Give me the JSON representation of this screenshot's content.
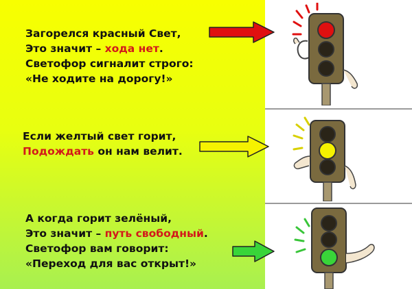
{
  "colors": {
    "red": "#e01010",
    "yellow": "#f6f200",
    "green": "#39d539",
    "highlight": "#d21a1a",
    "body": "#7a6a3f"
  },
  "stanzas": [
    {
      "signal": "red",
      "lines": [
        {
          "text": "Загорелся красный Свет,"
        },
        {
          "pre": "Это значит – ",
          "hl": "хода нет",
          "post": "."
        },
        {
          "text": "Светофор сигналит строго:"
        },
        {
          "text": "«Не ходите на дорогу!»"
        }
      ]
    },
    {
      "signal": "yellow",
      "lines": [
        {
          "text": "Если желтый свет горит,"
        },
        {
          "pre": "",
          "hl": "Подождать",
          "post": " он нам велит."
        }
      ]
    },
    {
      "signal": "green",
      "lines": [
        {
          "text": "А когда горит зелёный,"
        },
        {
          "pre": "Это значит – ",
          "hl": "путь свободный",
          "post": "."
        },
        {
          "text": "Светофор вам говорит:"
        },
        {
          "text": "«Переход для вас открыт!»"
        }
      ]
    }
  ],
  "icons": {
    "red_arrow": "arrow-right-icon",
    "yellow_arrow": "arrow-right-icon",
    "green_arrow": "arrow-right-icon",
    "traffic_light": "traffic-light-icon"
  }
}
